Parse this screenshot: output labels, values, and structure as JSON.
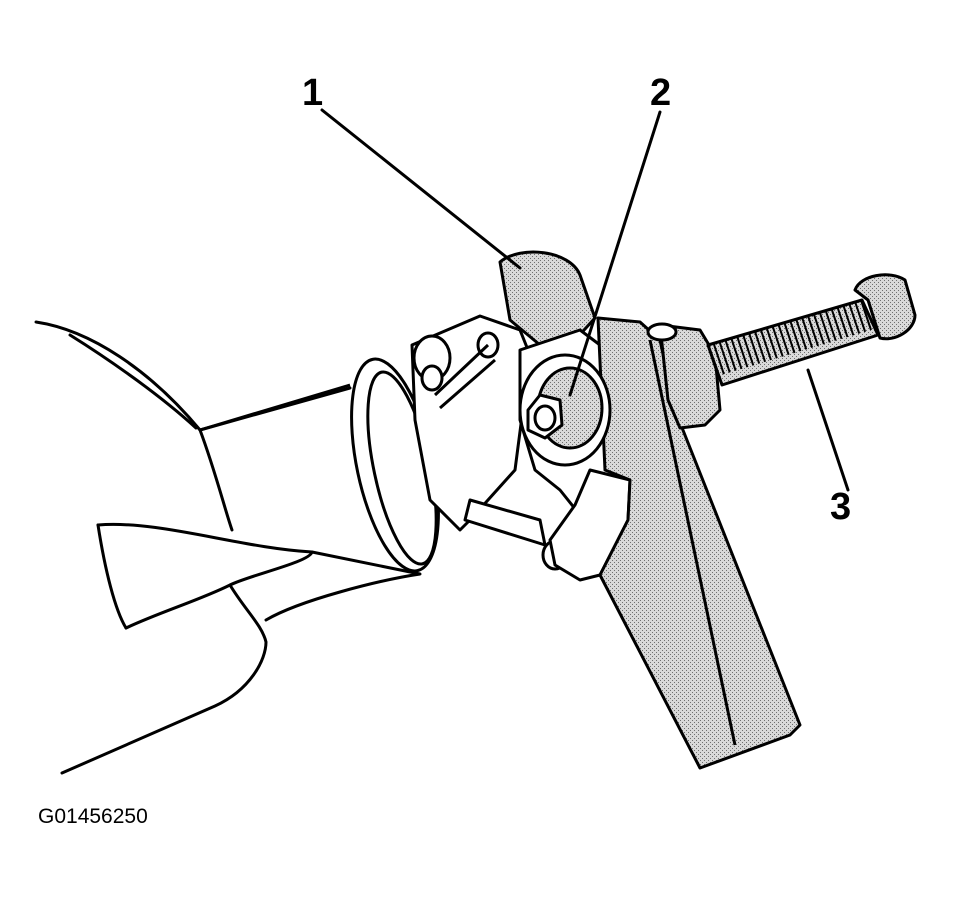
{
  "figure": {
    "id": "G01456250",
    "callouts": [
      {
        "label": "1"
      },
      {
        "label": "2"
      },
      {
        "label": "3"
      }
    ]
  },
  "colors": {
    "ink": "#000000",
    "shade": "#bdbdbd",
    "background": "#ffffff"
  }
}
